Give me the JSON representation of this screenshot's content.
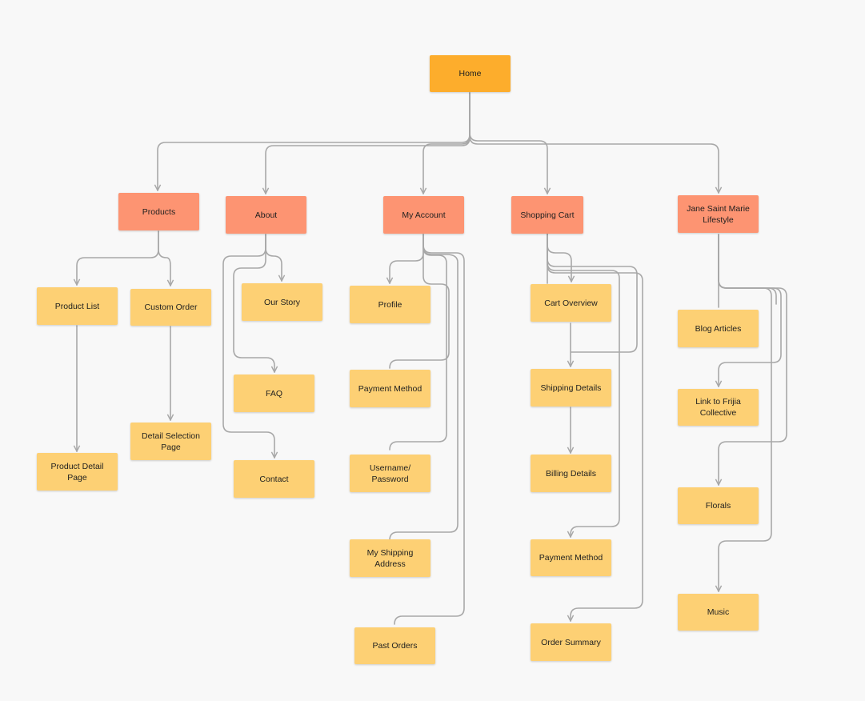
{
  "colors": {
    "root": "#fdad2c",
    "section": "#fd9472",
    "page": "#fdd074",
    "connector": "#a8a8a8"
  },
  "home": {
    "label": "Home"
  },
  "sections": {
    "products": {
      "label": "Products"
    },
    "about": {
      "label": "About"
    },
    "my_account": {
      "label": "My Account"
    },
    "shopping_cart": {
      "label": "Shopping Cart"
    },
    "lifestyle": {
      "label": "Jane Saint Marie\nLifestyle"
    }
  },
  "products": {
    "product_list": "Product List",
    "custom_order": "Custom Order",
    "product_detail_page": "Product Detail\nPage",
    "detail_selection_page": "Detail Selection\nPage"
  },
  "about": {
    "our_story": "Our Story",
    "faq": "FAQ",
    "contact": "Contact"
  },
  "my_account": {
    "profile": "Profile",
    "payment_method": "Payment Method",
    "username_password": "Username/\nPassword",
    "my_shipping_address": "My Shipping\nAddress",
    "past_orders": "Past Orders"
  },
  "shopping_cart": {
    "cart_overview": "Cart Overview",
    "shipping_details": "Shipping Details",
    "billing_details": "Billing Details",
    "payment_method": "Payment Method",
    "order_summary": "Order Summary"
  },
  "lifestyle": {
    "blog_articles": "Blog Articles",
    "link_to_frijia_collective": "Link to Frijia\nCollective",
    "florals": "Florals",
    "music": "Music"
  }
}
